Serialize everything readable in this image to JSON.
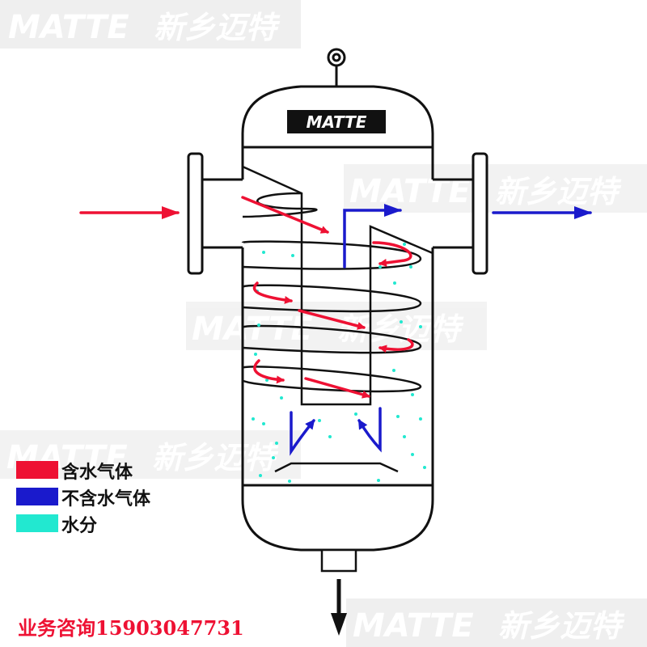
{
  "watermark": {
    "brand": "MATTE",
    "company": "新乡迈特"
  },
  "tank": {
    "brand_label": "MATTE"
  },
  "legend": [
    {
      "label": "含水气体",
      "color": "#ee1133"
    },
    {
      "label": "不含水气体",
      "color": "#1a1acc"
    },
    {
      "label": "水分",
      "color": "#22e8d0"
    }
  ],
  "colors": {
    "wet_gas": "#ee1133",
    "dry_gas": "#1a1acc",
    "water": "#22e8d0",
    "outline": "#111111",
    "drain": "#111111"
  },
  "contact": {
    "label": "业务咨询15903047731"
  }
}
